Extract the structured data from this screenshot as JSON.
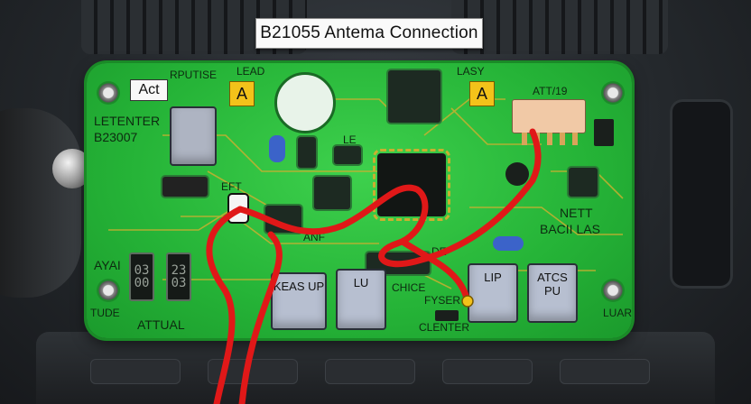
{
  "title": "B21055 Antema Connection",
  "board": {
    "act_label": "Act",
    "warning_a": "A",
    "labels": {
      "rputise": "RPUTISE",
      "lead": "LEAD",
      "lasy": "LASY",
      "att": "ATT/19",
      "letenter": "LETENTER",
      "b23007": "B23007",
      "le": "LE",
      "eft": "EFT",
      "nett": "NETT",
      "bacii_las": "BACII LAS",
      "ayai": "AYAI",
      "anf": "ANF",
      "de": "DE",
      "chice": "CHICE",
      "fyser": "FYSER",
      "clenter": "CLENTER",
      "attual": "ATTUAL",
      "tude": "TUDE",
      "luar": "LUAR"
    },
    "pads": [
      {
        "label": "KEAS UP"
      },
      {
        "label": "LU"
      },
      {
        "label": "LIP"
      },
      {
        "label": "ATCS PU"
      }
    ],
    "displays": [
      {
        "digits": "03 00"
      },
      {
        "digits": "23 03"
      }
    ]
  },
  "colors": {
    "board_green": "#2fbf3f",
    "trace_yellow": "#c8b030",
    "wire_red": "#e01818",
    "warning_yellow": "#f3c21a"
  }
}
